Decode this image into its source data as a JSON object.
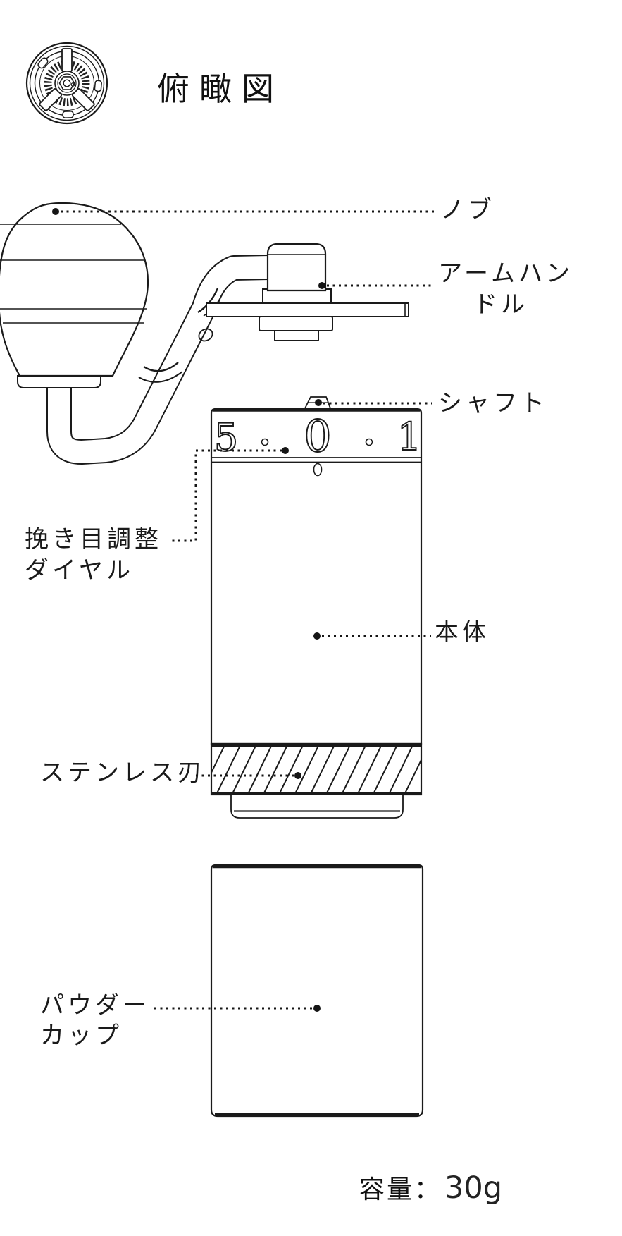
{
  "title": "俯瞰図",
  "colors": {
    "line": "#1a1a1a",
    "background": "#ffffff"
  },
  "icons": {
    "top_view": "top-view-burr-icon"
  },
  "parts": {
    "knob": {
      "label": "ノブ"
    },
    "arm_handle": {
      "label_line1": "アームハン",
      "label_line2": "ドル"
    },
    "shaft": {
      "label": "シャフト"
    },
    "grind_dial": {
      "label_line1": "挽き目調整",
      "label_line2": "ダイヤル"
    },
    "body": {
      "label": "本体"
    },
    "blade": {
      "label": "ステンレス刃"
    },
    "powder_cup": {
      "label_line1": "パウダー",
      "label_line2": "カップ"
    }
  },
  "dial": {
    "left_number": "5",
    "center_number": "0",
    "right_number": "1"
  },
  "capacity": {
    "label": "容量：",
    "value": "30g"
  }
}
